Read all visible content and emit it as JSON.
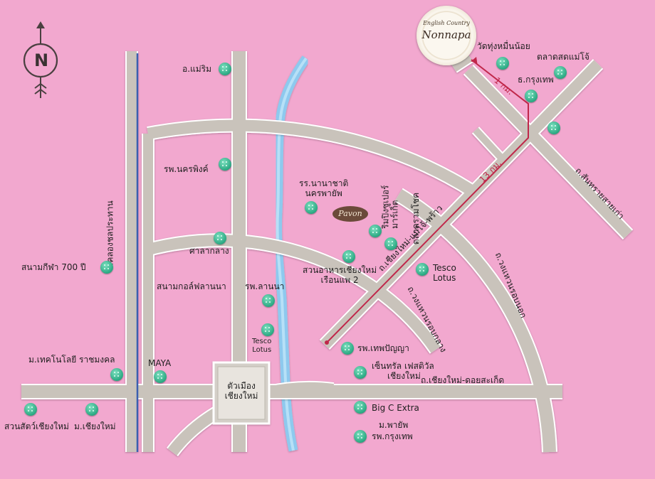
{
  "compass": {
    "letter": "N"
  },
  "brand": {
    "line1": "English Country",
    "line2": "Nonnapa"
  },
  "restaurant_badge": "Pavon",
  "city_center": {
    "line1": "ตัวเมือง",
    "line2": "เชียงใหม่"
  },
  "roads": {
    "canal_road": "ถ.คลองชลประทาน",
    "chiang_mai_mae_jo_phrao": "ถ.เชียงใหม่-แม่โจ้-พร้าว",
    "doi_saket": "ถ.เชียงใหม่-ดอยสะเก็ด",
    "middle_ring": "ถ.วงแหวนรอบกลาง",
    "outer_ring": "ถ.วงแหวนรอบนอก",
    "san_sai_old": "ถ.สันทรายสายเก่า"
  },
  "distances": {
    "near": "1 กม.",
    "far": "13 กม."
  },
  "places": {
    "mae_rim": "อ.แม่ริม",
    "nakornping_hospital": "รพ.นครพิงค์",
    "nawamin_school_1": "รร.นานาชาติ",
    "nawamin_school_2": "นครพายัพ",
    "rimping_1": "ริมปิงซูเปอร์",
    "rimping_2": "มาร์เก็ต",
    "ruamchok_market": "ตลาดรวมโชค",
    "sala_klang": "ศาลากลาง",
    "stadium_700": "สนามกีฬา 700 ปี",
    "lanna_golf": "สนามกอล์ฟลานนา",
    "lanna_hospital": "รพ.ลานนา",
    "raft_restaurant_1": "สวนอาหารเชียงใหม่",
    "raft_restaurant_2": "เรือนแพ 2",
    "tesco_east_1": "Tesco",
    "tesco_east_2": "Lotus",
    "tesco_center_1": "Tesco",
    "tesco_center_2": "Lotus",
    "rmutl": "ม.เทคโนโลยี ราชมงคล",
    "maya": "MAYA",
    "thepanya_hospital": "รพ.เทพปัญญา",
    "central_festival_1": "เซ็นทรัล เฟสติวัล",
    "central_festival_2": "เชียงใหม่",
    "zoo": "สวนสัตว์เชียงใหม่",
    "cmu": "ม.เชียงใหม่",
    "bigc": "Big C Extra",
    "payap_university": "ม.พายัพ",
    "bangkok_hospital": "รพ.กรุงเทพ",
    "wat_thung": "วัดทุ่งหมื่นน้อย",
    "mae_jo_market": "ตลาดสดแม่โจ้",
    "bangkok_bank": "ธ.กรุงเทพ"
  },
  "colors": {
    "background": "#f2a8cf",
    "road": "#c9c3bb",
    "road_edge": "#ffffff",
    "canal": "#8ec9ee",
    "route": "#c0274a",
    "pin": "#2aa882"
  },
  "icons": [
    "compass-icon",
    "north-arrow-icon",
    "pin-icon",
    "brand-logo-icon"
  ]
}
